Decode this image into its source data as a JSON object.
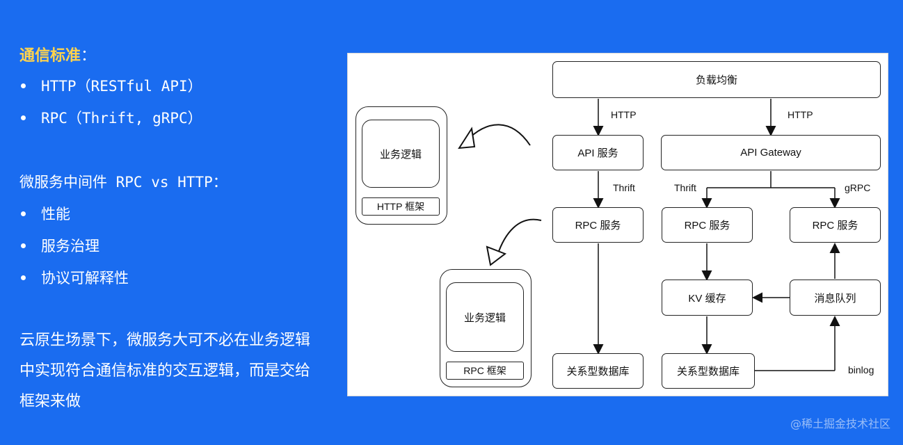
{
  "left": {
    "heading": "通信标准",
    "heading_colon": "：",
    "standards": [
      "HTTP（RESTful API）",
      "RPC（Thrift, gRPC）"
    ],
    "middleware_title": "微服务中间件 RPC vs HTTP：",
    "middleware_points": [
      "性能",
      "服务治理",
      "协议可解释性"
    ],
    "conclusion": "云原生场景下，微服务大可不必在业务逻辑中实现符合通信标准的交互逻辑，而是交给框架来做"
  },
  "diagram": {
    "load_balancer": "负载均衡",
    "http_label_left": "HTTP",
    "http_label_right": "HTTP",
    "api_service": "API 服务",
    "api_gateway": "API Gateway",
    "thrift_label_left": "Thrift",
    "thrift_label_mid": "Thrift",
    "grpc_label": "gRPC",
    "rpc_service_1": "RPC 服务",
    "rpc_service_2": "RPC 服务",
    "rpc_service_3": "RPC 服务",
    "kv_cache": "KV 缓存",
    "message_queue": "消息队列",
    "rdb_1": "关系型数据库",
    "rdb_2": "关系型数据库",
    "binlog_label": "binlog",
    "http_frame": {
      "logic": "业务逻辑",
      "framework": "HTTP 框架"
    },
    "rpc_frame": {
      "logic": "业务逻辑",
      "framework": "RPC 框架"
    }
  },
  "watermark": "@稀土掘金技术社区",
  "colors": {
    "background": "#1a6cf0",
    "heading": "#ffd34d"
  }
}
